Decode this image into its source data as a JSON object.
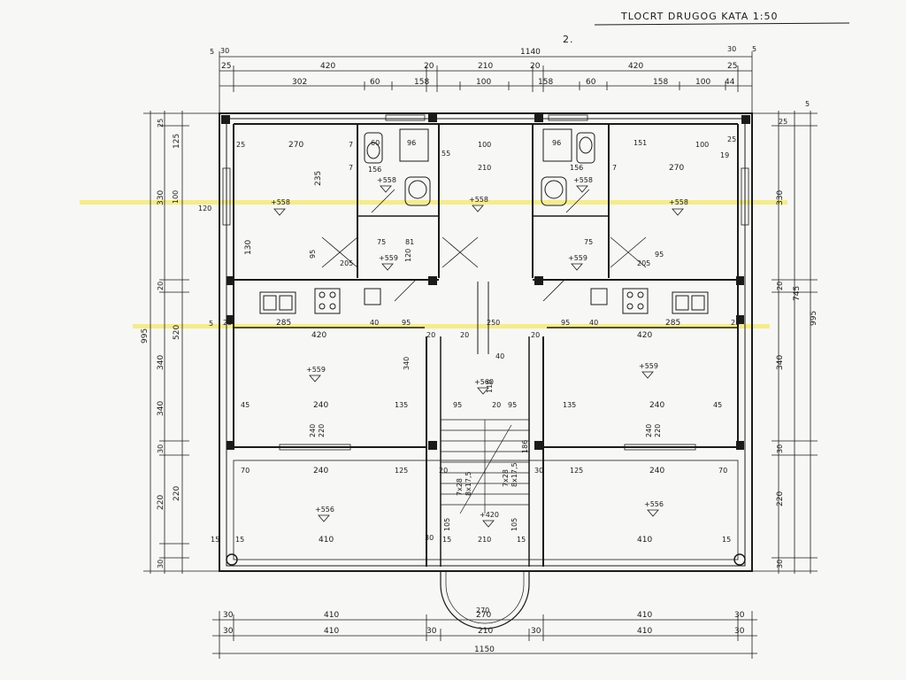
{
  "drawing": {
    "title": "TLOCRT DRUGOG KATA 1:50",
    "sheet_mark": "2."
  },
  "colors": {
    "paper": "#f7f7f5",
    "ink": "#1b1b1b",
    "highlight": "#f2e23a"
  },
  "top_dims": {
    "total": "1140",
    "chain": [
      "25",
      "420",
      "20",
      "210",
      "20",
      "420",
      "25"
    ],
    "sub_chain": [
      "302",
      "60",
      "158",
      "100",
      "158",
      "60",
      "158",
      "100",
      "44"
    ],
    "left_corner": "5",
    "left_corner_note": "30",
    "right_corner": "5",
    "right_corner_note": "30"
  },
  "bottom_dims": {
    "total": "1150",
    "row1": [
      "30",
      "410",
      "270",
      "410",
      "30"
    ],
    "row2": [
      "30",
      "410",
      "30",
      "210",
      "30",
      "410",
      "30"
    ]
  },
  "left_dims": {
    "total": "995",
    "outer": [
      "25",
      "125",
      "330",
      "100",
      "120",
      "130",
      "20",
      "340",
      "30",
      "220",
      "15",
      "30"
    ],
    "mid": [
      "520",
      "340",
      "220"
    ],
    "small": [
      "5"
    ]
  },
  "right_dims": {
    "totals": [
      "995",
      "745"
    ],
    "chain": [
      "25",
      "330",
      "20",
      "340",
      "30",
      "220",
      "30",
      "5"
    ]
  },
  "room_dims": {
    "bed_left": [
      "25",
      "270",
      "7",
      "235",
      "95",
      "205",
      "75"
    ],
    "bath_left": [
      "60",
      "96",
      "156",
      "100",
      "55",
      "210",
      "7",
      "81",
      "120"
    ],
    "bath_right": [
      "96",
      "151",
      "100",
      "156",
      "19",
      "25",
      "270",
      "7",
      "95",
      "205",
      "75"
    ],
    "kitchen": [
      "285",
      "40",
      "95",
      "250",
      "95",
      "40",
      "285",
      "25",
      "25"
    ],
    "living_row": [
      "420",
      "20",
      "20",
      "20",
      "420",
      "45",
      "240",
      "135",
      "95",
      "20",
      "95",
      "135",
      "240",
      "45"
    ],
    "window": [
      "240",
      "220"
    ],
    "balcony_row": [
      "70",
      "240",
      "125",
      "20",
      "125",
      "240",
      "70",
      "30",
      "30",
      "15",
      "410",
      "15",
      "210",
      "15",
      "410",
      "15"
    ],
    "stairs": [
      "7x28",
      "8x17,5",
      "105",
      "340",
      "110",
      "186",
      "40"
    ],
    "entry": [
      "270"
    ]
  },
  "levels": {
    "bed_left": "+558",
    "bath_left": "+558",
    "hall_mid": "+558",
    "hall_right": "+558",
    "bed_right": "+558",
    "kit_left": "+559",
    "kit_right": "+559",
    "living_left": "+559",
    "stair": "+560",
    "living_right": "+559",
    "balcony_left": "+556",
    "balcony_right": "+556",
    "landing": "+420"
  }
}
